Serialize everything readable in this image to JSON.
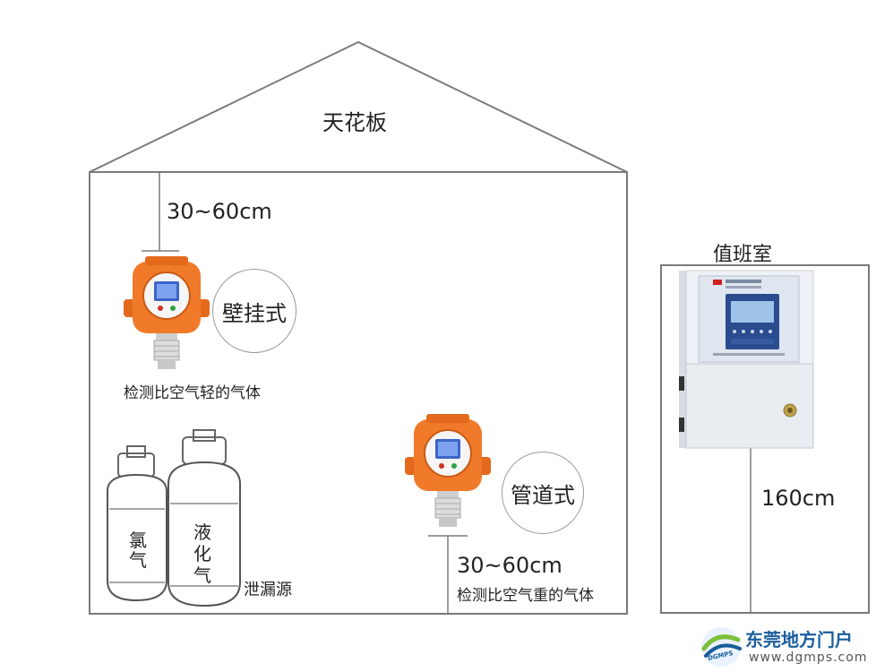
{
  "house": {
    "ceiling_label": "天花板",
    "wall_mount_distance": "30~60cm",
    "wall_mount_type": "壁挂式",
    "wall_mount_note": "检测比空气轻的气体",
    "pipe_type": "管道式",
    "pipe_distance": "30~60cm",
    "pipe_note": "检测比空气重的气体",
    "leak_source": "泄漏源",
    "cylinders": [
      {
        "label": "氯\n气"
      },
      {
        "label": "液\n化\n气"
      }
    ]
  },
  "duty_room": {
    "label": "值班室",
    "height": "160cm"
  },
  "watermark": {
    "name": "东莞地方门户",
    "url": "www.dgmps.com",
    "logo_text": "DGMPS"
  },
  "colors": {
    "line": "#7a7a7a",
    "detector": "#f07a2a",
    "panel": "#e8eef5",
    "watermark_blue": "#1a5d9c",
    "watermark_green": "#7bbf3a"
  }
}
